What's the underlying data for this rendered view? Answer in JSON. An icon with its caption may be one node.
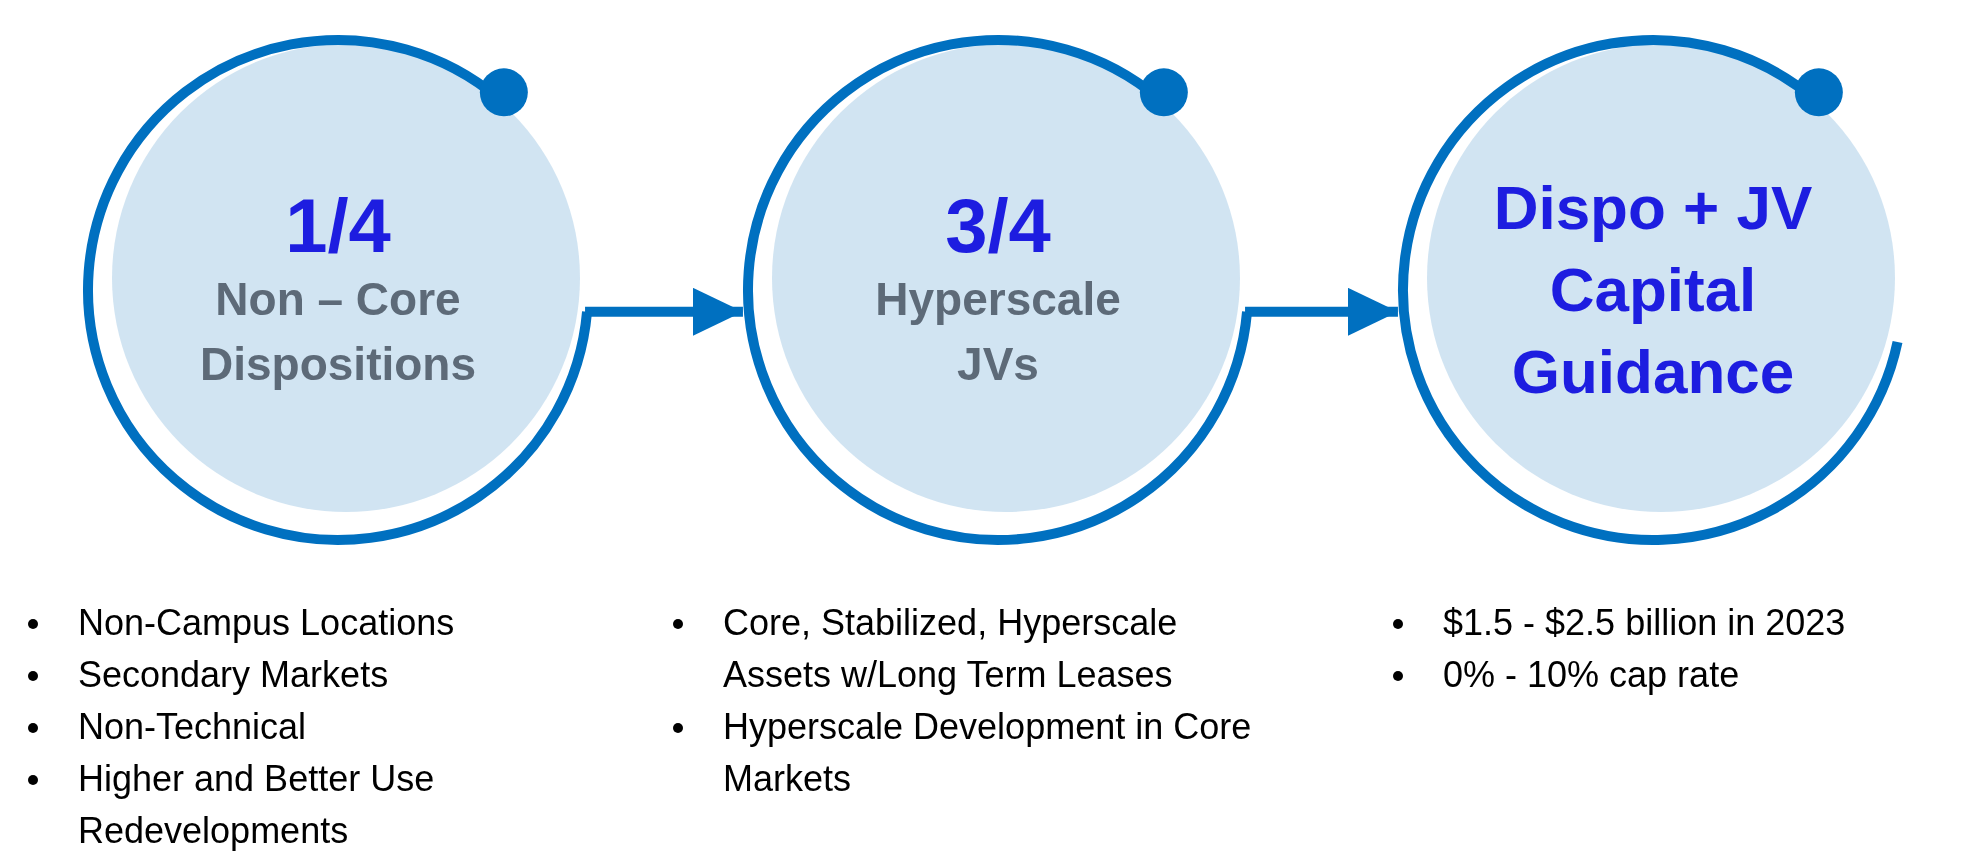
{
  "diagram": {
    "nodes": [
      {
        "text": [
          "1/4",
          "Non – Core Dispositions"
        ]
      },
      {
        "text": [
          "3/4",
          "Hyperscale JVs"
        ]
      },
      {
        "text": [
          "Dispo + JV Capital Guidance"
        ]
      }
    ],
    "edges": [
      {
        "from": 0,
        "to": 1,
        "arrow": "to"
      },
      {
        "from": 1,
        "to": 2,
        "arrow": "to"
      }
    ],
    "labels": [
      "Non-Campus Locations",
      "Secondary Markets",
      "Non-Technical",
      "Higher and Better Use Redevelopments",
      "Core, Stabilized, Hyperscale Assets w/Long Term Leases",
      "Hyperscale Development in Core Markets",
      "$1.5 - $2.5 billion in 2023",
      "0% - 10% cap rate"
    ]
  }
}
